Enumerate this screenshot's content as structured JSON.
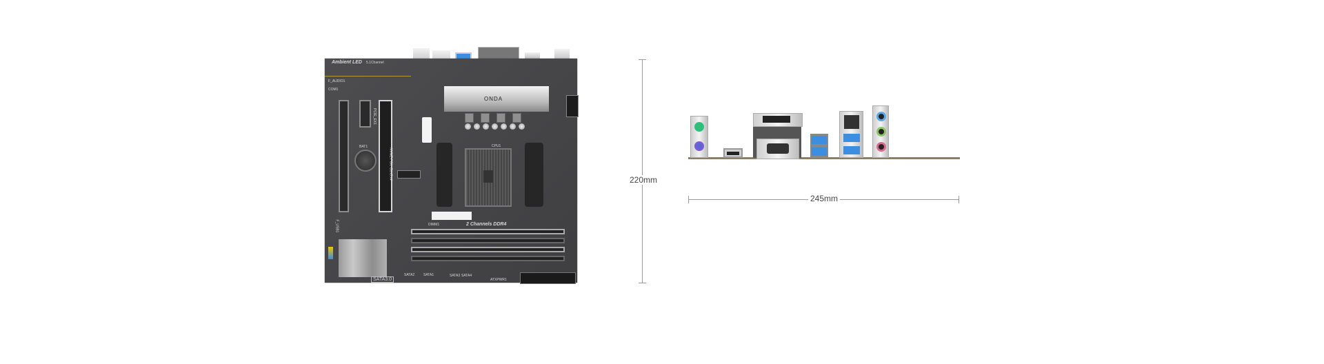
{
  "dimensions": {
    "height_label": "220mm",
    "width_label": "245mm"
  },
  "board": {
    "brand": "ONDA",
    "silkscreen": {
      "ambient_led": "Ambient LED",
      "ambient_sub": "5.1Channel",
      "f_audio": "F_AUDIO1",
      "com": "COM1",
      "bat": "BAT1",
      "cpu": "CPU1",
      "dimm": "DIMM1",
      "ddr": "2 Channels DDR4",
      "sata_group": "SATA3.0",
      "sata1": "SATA1",
      "sata2": "SATA2",
      "sata3": "SATA3",
      "sata4": "SATA4",
      "atx": "ATXPWR1",
      "f_usb": "F_USB1",
      "pcie": "PCIE_EX1",
      "nvme": "NVME PCIe Gen3 x4"
    }
  },
  "colors": {
    "ps2_keyboard": "#7a5cd6",
    "ps2_mouse": "#2fbf7a",
    "usb3": "#3b8ee0",
    "audio_line_in": "#5aa9e6",
    "audio_line_out": "#8cc665",
    "audio_mic": "#d8698f"
  }
}
